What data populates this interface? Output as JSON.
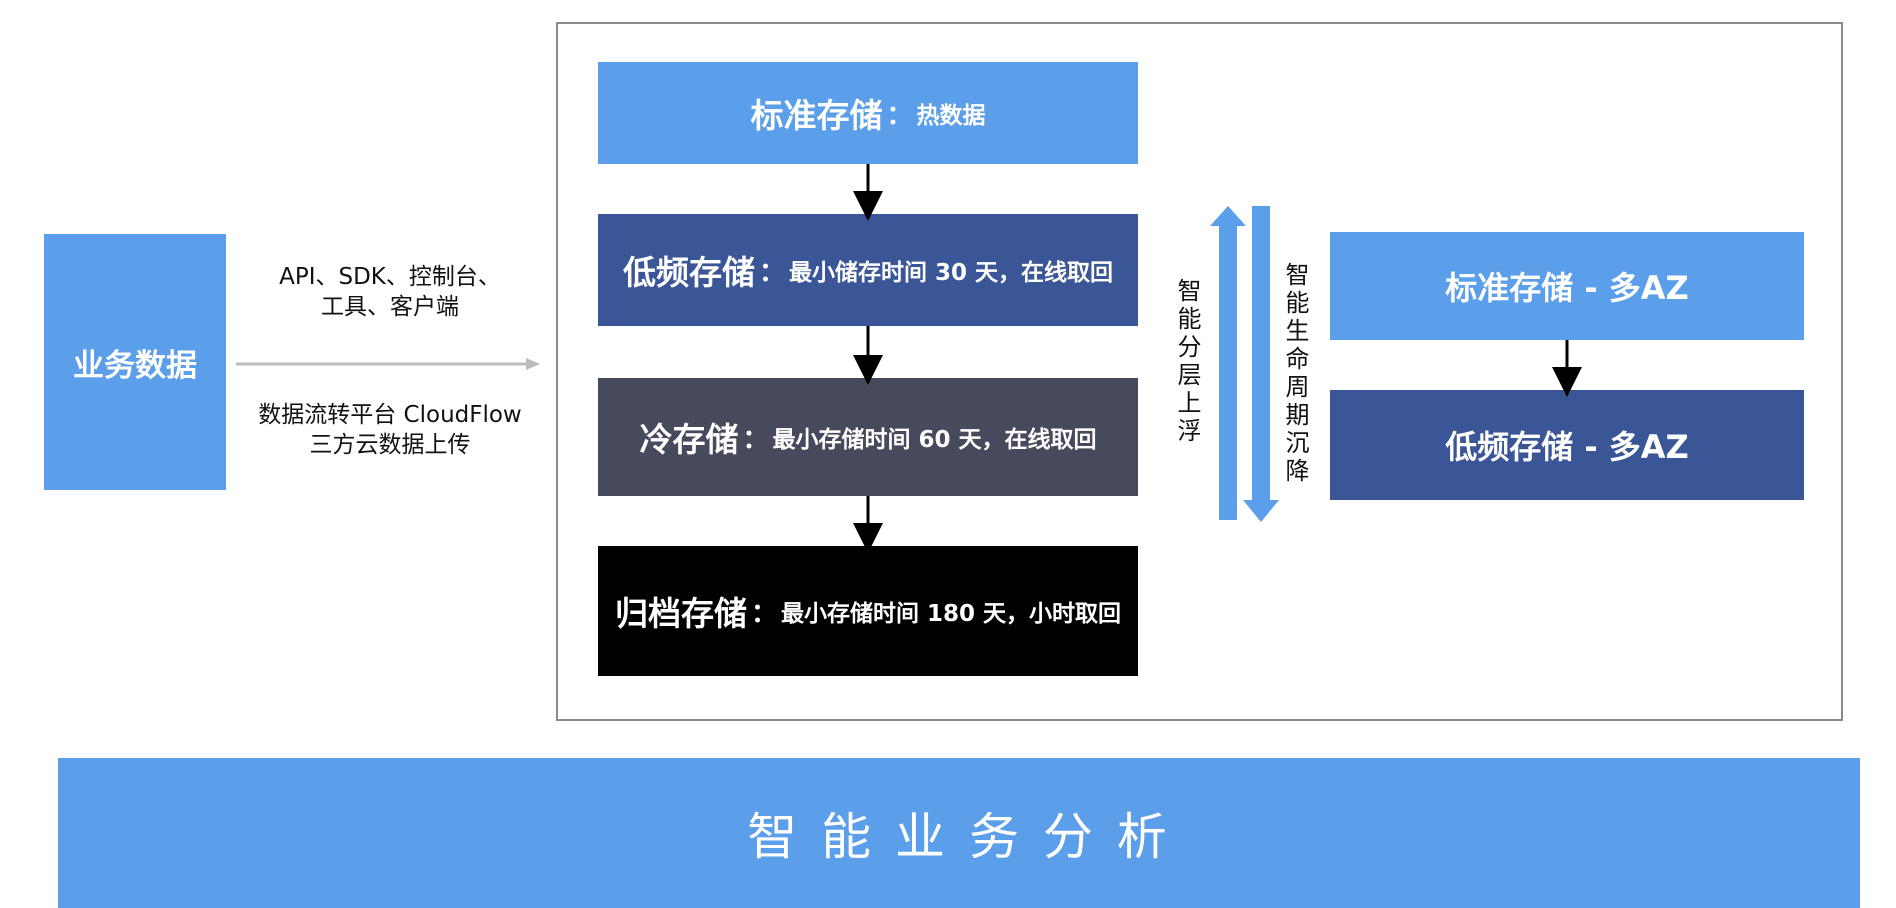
{
  "source": {
    "label": "业务数据",
    "methods_line1": "API、SDK、控制台、",
    "methods_line2": "工具、客户端",
    "platform_line1": "数据流转平台 CloudFlow",
    "platform_line2": "三方云数据上传"
  },
  "tiers": [
    {
      "name": "标准存储",
      "separator": "：",
      "detail": "热数据"
    },
    {
      "name": "低频存储",
      "separator": "：",
      "detail": "最小储存时间 30 天，在线取回"
    },
    {
      "name": "冷存储",
      "separator": "：",
      "detail": "最小存储时间 60 天，在线取回"
    },
    {
      "name": "归档存储",
      "separator": "：",
      "detail": "最小存储时间 180 天，小时取回"
    }
  ],
  "flow_labels": {
    "up": "智能分层上浮",
    "down": "智能生命周期沉降"
  },
  "multi_az": [
    {
      "label": "标准存储 - 多AZ"
    },
    {
      "label": "低频存储 - 多AZ"
    }
  ],
  "footer": {
    "label": "智 能 业 务 分 析"
  },
  "colors": {
    "light_blue": "#5b9ee9",
    "dark_blue": "#3a5696",
    "slate": "#474a5c",
    "black": "#000000",
    "arrow_gray": "#bbbbbb"
  }
}
